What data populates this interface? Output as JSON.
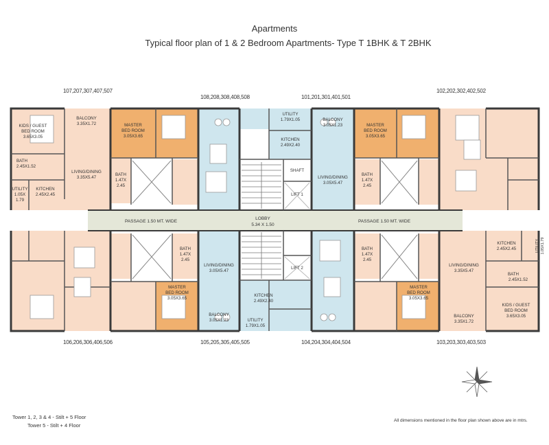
{
  "header": {
    "title": "Apartments",
    "subtitle": "Typical floor plan of 1 & 2 Bedroom Apartments- Type T 1BHK & T 2BHK"
  },
  "unit_numbers": {
    "top_a": "107,207,307,407,507",
    "top_b": "108,208,308,408,508",
    "top_c": "101,201,301,401,501",
    "top_d": "102,202,302,402,502",
    "bottom_a": "106,206,306,406,506",
    "bottom_b": "105,205,305,405,505",
    "bottom_c": "104,204,304,404,504",
    "bottom_d": "103,203,303,403,503"
  },
  "rooms": {
    "kids_guest_title": "KIDS / GUEST",
    "bed_room": "BED ROOM",
    "kids_dim": "3.65X3.05",
    "balcony": "BALCONY",
    "balcony_big_dim": "3.35X1.72",
    "balcony_small_dim": "3.05X1.23",
    "master": "MASTER",
    "master_dim": "3.05X3.65",
    "master_dim_b": "3.05X3.65",
    "bath": "BATH",
    "bath_dim": "2.45X1.52",
    "bath_small_1": "1.47X",
    "bath_small_2": "2.45",
    "living": "LIVING/DINING",
    "living_big_dim": "3.35X5.47",
    "living_small_dim": "3.05X5.47",
    "utility": "UTILITY",
    "utility_dim_1": "1.05X",
    "utility_dim_2": "1.79",
    "utility_dim_inline": "1.79X1.05",
    "utility_vertical_dim": "1.05X1.79",
    "kitchen": "KITCHEN",
    "kitchen_dim": "2.45X2.45",
    "kitchen_center_dim": "2.49X2.40",
    "shaft": "SHAFT",
    "lift1": "LIFT 1",
    "lift2": "LIFT 2",
    "passage": "PASSAGE 1.50 MT. WIDE",
    "lobby": "LOBBY",
    "lobby_dim": "5.34 X 1.50"
  },
  "footer": {
    "tower_line1": "Tower 1, 2, 3 & 4 - Stilt + 5 Floor",
    "tower_line2": "Tower 5 - Stilt + 4 Floor",
    "note": "All dimensions mentioned in the floor plan shown above are in mtrs."
  },
  "colors": {
    "peach": "#f9dcc8",
    "blue": "#cfe6ee",
    "orange": "#f0b06e",
    "passage": "#e4e7d8",
    "wall": "#3a3a3a"
  }
}
